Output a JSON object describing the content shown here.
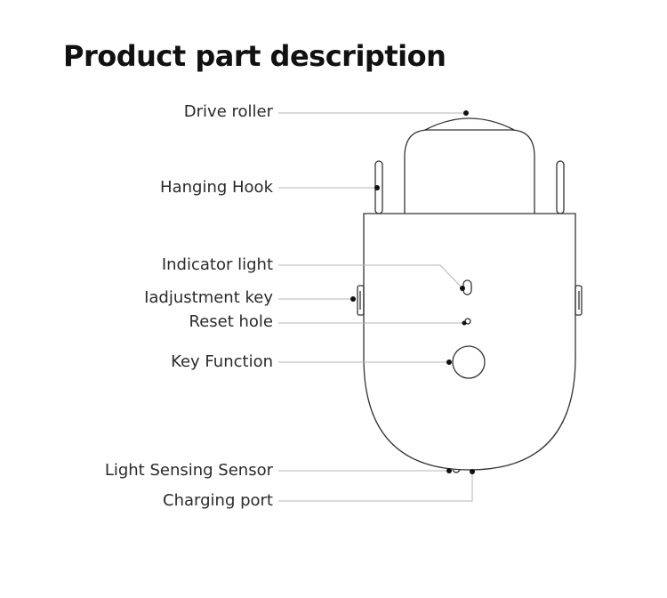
{
  "title": "Product part description",
  "labels": [
    {
      "id": "drive-roller",
      "text": "Drive roller"
    },
    {
      "id": "hanging-hook",
      "text": "Hanging Hook"
    },
    {
      "id": "indicator-light",
      "text": "Indicator light"
    },
    {
      "id": "adjustment-key",
      "text": "Iadjustment key"
    },
    {
      "id": "reset-hole",
      "text": "Reset hole"
    },
    {
      "id": "key-function",
      "text": "Key Function"
    },
    {
      "id": "light-sensing-sensor",
      "text": "Light Sensing Sensor"
    },
    {
      "id": "charging-port",
      "text": "Charging port"
    }
  ]
}
